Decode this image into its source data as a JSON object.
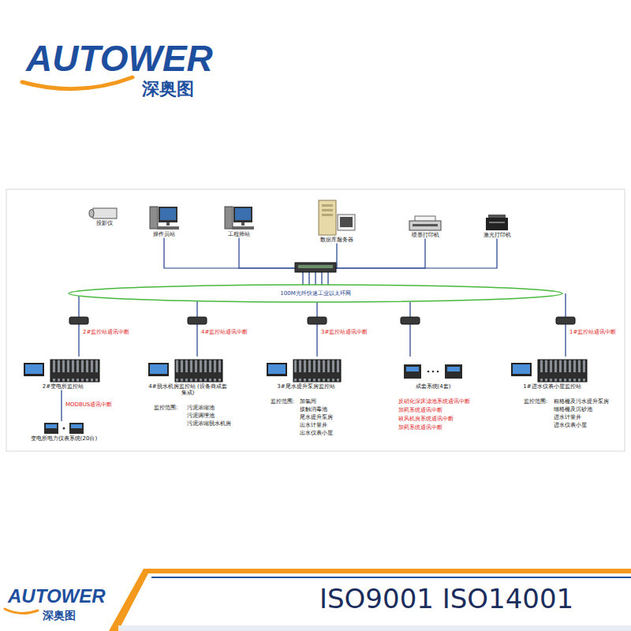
{
  "diagram": {
    "nodes": [
      {
        "text": [
          "投影仪"
        ]
      },
      {
        "text": [
          "操作员站"
        ]
      },
      {
        "text": [
          "工程师站"
        ]
      },
      {
        "text": [
          "数据库服务器"
        ]
      },
      {
        "text": [
          "喷墨打印机"
        ]
      },
      {
        "text": [
          "激光打印机"
        ]
      },
      {
        "text": [
          "100M光纤快速工业以太环网"
        ]
      },
      {
        "text": [
          "2#变电所监控站"
        ]
      },
      {
        "text": [
          "4#脱水机房监控站 (设备商成套集成)"
        ]
      },
      {
        "text": [
          "3#尾水提升泵房监控站"
        ]
      },
      {
        "text": [
          "成套系统(4套)"
        ]
      },
      {
        "text": [
          "1#进水仪表小屋监控站"
        ]
      },
      {
        "text": [
          "变电所电力仪表系统(20台)"
        ]
      }
    ],
    "edges": [
      {
        "from": 1,
        "to": 6,
        "arrow": "none"
      },
      {
        "from": 2,
        "to": 6,
        "arrow": "none"
      },
      {
        "from": 3,
        "to": 6,
        "arrow": "none"
      },
      {
        "from": 4,
        "to": 6,
        "arrow": "none"
      },
      {
        "from": 5,
        "to": 6,
        "arrow": "none"
      },
      {
        "from": 6,
        "to": 7,
        "label": "2#监控站通讯中断",
        "arrow": "none"
      },
      {
        "from": 6,
        "to": 8,
        "label": "4#监控站通讯中断",
        "arrow": "none"
      },
      {
        "from": 6,
        "to": 9,
        "label": "3#监控站通讯中断",
        "arrow": "none"
      },
      {
        "from": 6,
        "to": 10,
        "arrow": "none"
      },
      {
        "from": 6,
        "to": 11,
        "label": "1#监控站通讯中断",
        "arrow": "none"
      },
      {
        "from": 7,
        "to": 12,
        "label": "MODBUS通讯中断",
        "arrow": "none"
      }
    ],
    "labels": [
      "AUTOWER",
      "深奥图",
      "监控范围:",
      "污泥浓缩池",
      "污泥调理池",
      "污泥浓缩脱水机房",
      "监控范围:",
      "加氯间",
      "接触消毒池",
      "尾水提升泵房",
      "出水计量井",
      "出水仪表小屋",
      "反硝化深床滤池系统通讯中断",
      "加药系统通讯中断",
      "鼓风机房系统通讯中断",
      "加药系统通讯中断",
      "监控范围:",
      "粗格栅及污水提升泵房",
      "细格栅及沉砂池",
      "进水计量井",
      "进水仪表小屋",
      "AUTOWER",
      "深奥图",
      "ISO9001 ISO14001"
    ]
  }
}
